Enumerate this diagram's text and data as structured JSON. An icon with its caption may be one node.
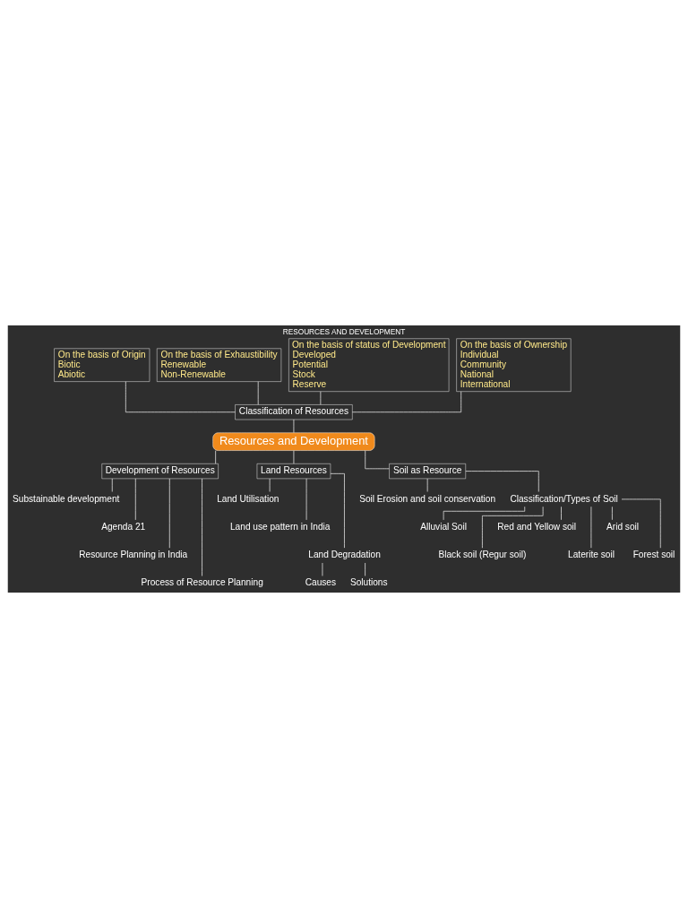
{
  "diagram": {
    "title": "RESOURCES AND DEVELOPMENT",
    "nodes": [
      {
        "text": [
          "On the basis of Origin",
          "Biotic",
          "Abiotic"
        ]
      },
      {
        "text": [
          "On the basis of Exhaustibility",
          "Renewable",
          "Non-Renewable"
        ]
      },
      {
        "text": [
          "On the basis of status of Development",
          "Developed",
          "Potential",
          "Stock",
          "Reserve"
        ]
      },
      {
        "text": [
          "On the basis of Ownership",
          "Individual",
          "Community",
          "National",
          "International"
        ]
      },
      {
        "text": [
          "Classification of Resources"
        ]
      },
      {
        "text": [
          "Resources and Development"
        ]
      },
      {
        "text": [
          "Development of Resources"
        ]
      },
      {
        "text": [
          "Substainable development"
        ]
      },
      {
        "text": [
          "Agenda 21"
        ]
      },
      {
        "text": [
          "Resource Planning in India"
        ]
      },
      {
        "text": [
          "Process of Resource Planning"
        ]
      },
      {
        "text": [
          "Land Resources"
        ]
      },
      {
        "text": [
          "Land Utilisation"
        ]
      },
      {
        "text": [
          "Land use pattern in India"
        ]
      },
      {
        "text": [
          "Land Degradation"
        ]
      },
      {
        "text": [
          "Causes"
        ]
      },
      {
        "text": [
          "Solutions"
        ]
      },
      {
        "text": [
          "Soil as Resource"
        ]
      },
      {
        "text": [
          "Soil Erosion and soil conservation"
        ]
      },
      {
        "text": [
          "Classification/Types of Soil"
        ]
      },
      {
        "text": [
          "Alluvial Soil"
        ]
      },
      {
        "text": [
          "Black soil (Regur soil)"
        ]
      },
      {
        "text": [
          "Red and Yellow soil"
        ]
      },
      {
        "text": [
          "Laterite soil"
        ]
      },
      {
        "text": [
          "Arid soil"
        ]
      },
      {
        "text": [
          "Forest soil"
        ]
      }
    ],
    "edges": [
      {
        "from": 0,
        "to": 4,
        "arrow": "none"
      },
      {
        "from": 1,
        "to": 4,
        "arrow": "none"
      },
      {
        "from": 2,
        "to": 4,
        "arrow": "none"
      },
      {
        "from": 3,
        "to": 4,
        "arrow": "none"
      },
      {
        "from": 4,
        "to": 5,
        "arrow": "none"
      },
      {
        "from": 5,
        "to": 6,
        "arrow": "none"
      },
      {
        "from": 5,
        "to": 11,
        "arrow": "none"
      },
      {
        "from": 5,
        "to": 17,
        "arrow": "none"
      },
      {
        "from": 6,
        "to": 7,
        "arrow": "none"
      },
      {
        "from": 6,
        "to": 8,
        "arrow": "none"
      },
      {
        "from": 6,
        "to": 9,
        "arrow": "none"
      },
      {
        "from": 6,
        "to": 10,
        "arrow": "none"
      },
      {
        "from": 11,
        "to": 12,
        "arrow": "none"
      },
      {
        "from": 11,
        "to": 13,
        "arrow": "none"
      },
      {
        "from": 11,
        "to": 14,
        "arrow": "none"
      },
      {
        "from": 14,
        "to": 15,
        "arrow": "none"
      },
      {
        "from": 14,
        "to": 16,
        "arrow": "none"
      },
      {
        "from": 17,
        "to": 18,
        "arrow": "none"
      },
      {
        "from": 17,
        "to": 19,
        "arrow": "none"
      },
      {
        "from": 19,
        "to": 20,
        "arrow": "none"
      },
      {
        "from": 19,
        "to": 21,
        "arrow": "none"
      },
      {
        "from": 19,
        "to": 22,
        "arrow": "none"
      },
      {
        "from": 19,
        "to": 23,
        "arrow": "none"
      },
      {
        "from": 19,
        "to": 24,
        "arrow": "none"
      },
      {
        "from": 19,
        "to": 25,
        "arrow": "none"
      }
    ]
  }
}
